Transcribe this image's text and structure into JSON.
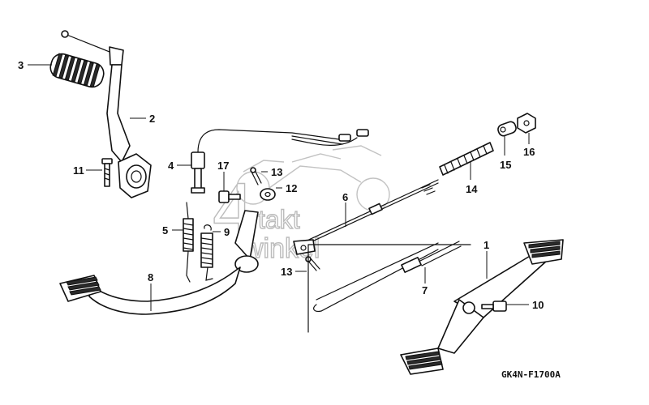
{
  "diagram": {
    "code": "GK4N-F1700A",
    "watermark": {
      "line1": "takt",
      "line2": "winkel",
      "numeral": "4"
    },
    "callouts": [
      {
        "id": "c3",
        "label": "3"
      },
      {
        "id": "c2",
        "label": "2"
      },
      {
        "id": "c11",
        "label": "11"
      },
      {
        "id": "c4",
        "label": "4"
      },
      {
        "id": "c17",
        "label": "17"
      },
      {
        "id": "c13a",
        "label": "13"
      },
      {
        "id": "c12",
        "label": "12"
      },
      {
        "id": "c5",
        "label": "5"
      },
      {
        "id": "c9",
        "label": "9"
      },
      {
        "id": "c8",
        "label": "8"
      },
      {
        "id": "c6",
        "label": "6"
      },
      {
        "id": "c13b",
        "label": "13"
      },
      {
        "id": "c14",
        "label": "14"
      },
      {
        "id": "c15",
        "label": "15"
      },
      {
        "id": "c16",
        "label": "16"
      },
      {
        "id": "c7",
        "label": "7"
      },
      {
        "id": "c1",
        "label": "1"
      },
      {
        "id": "c10",
        "label": "10"
      }
    ]
  }
}
